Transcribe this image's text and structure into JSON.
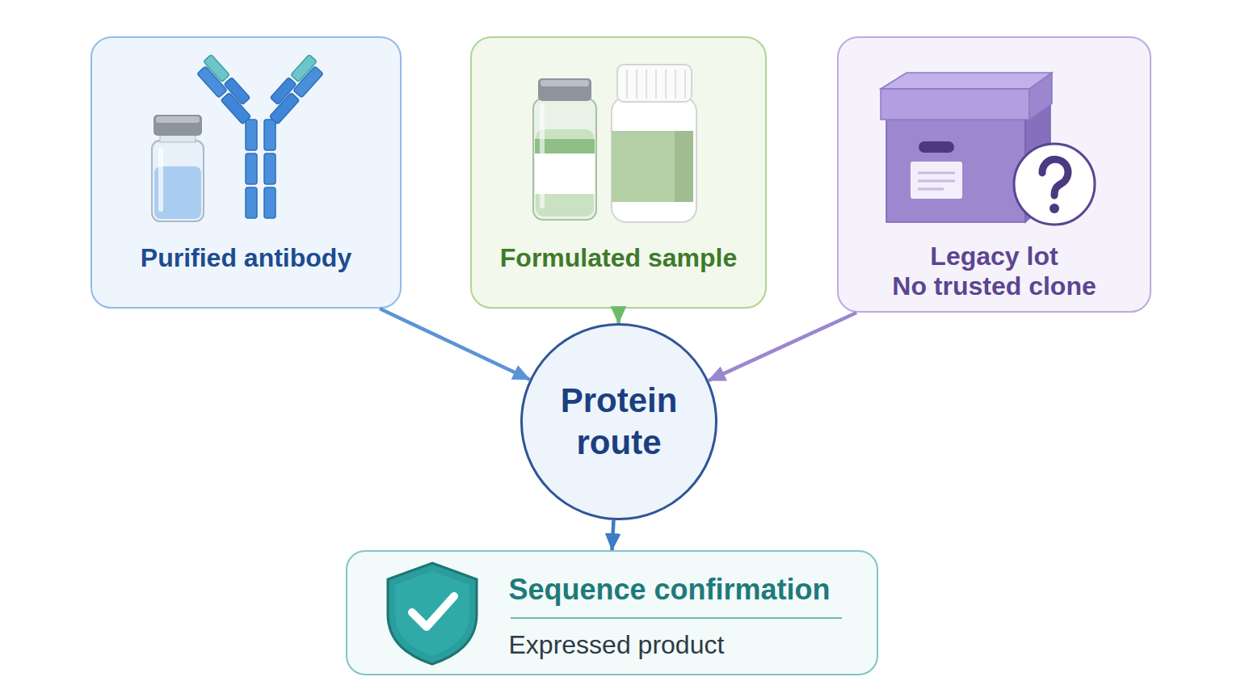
{
  "diagram": {
    "nodes": [
      {
        "text": [
          "Purified antibody"
        ]
      },
      {
        "text": [
          "Formulated sample"
        ]
      },
      {
        "text": [
          "Legacy lot",
          "No trusted clone"
        ]
      },
      {
        "text": [
          "Protein route"
        ]
      },
      {
        "text": [
          "Sequence confirmation",
          "Expressed product"
        ]
      }
    ],
    "edges": [
      {
        "from": 0,
        "to": 3,
        "arrow": "to"
      },
      {
        "from": 1,
        "to": 3,
        "arrow": "to"
      },
      {
        "from": 2,
        "to": 3,
        "arrow": "to"
      },
      {
        "from": 3,
        "to": 4,
        "arrow": "to"
      }
    ]
  }
}
